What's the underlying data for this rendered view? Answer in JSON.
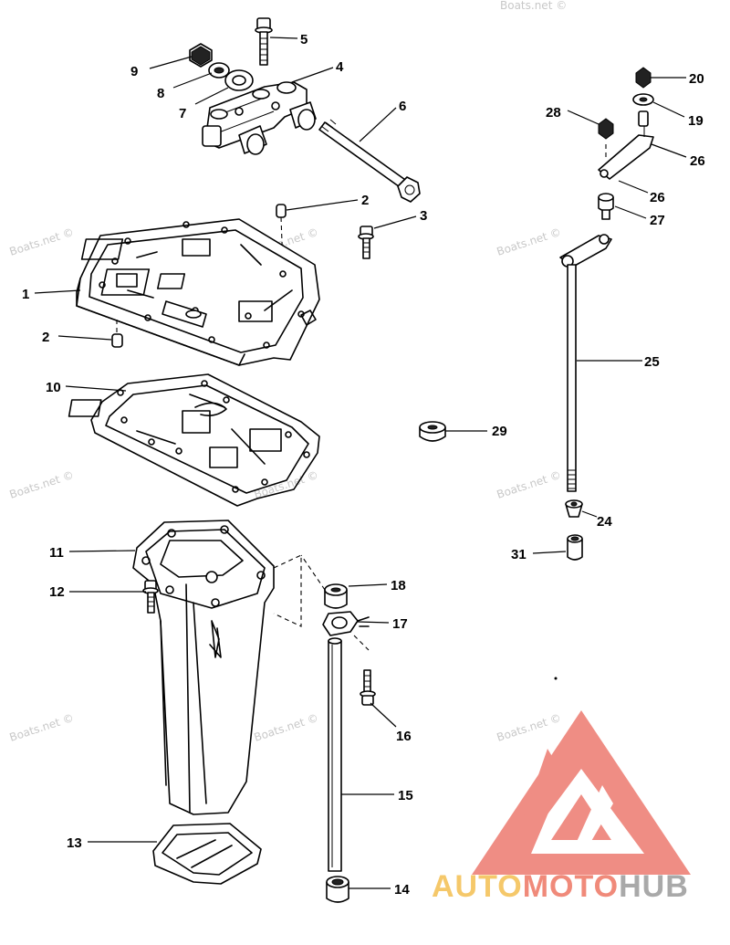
{
  "watermark": "Boats.net ©",
  "logo": {
    "part1": "AUTO",
    "part2": "MOTO",
    "part3": "HUB",
    "color_auto": "#f5c86a",
    "color_moto": "#f08a7a",
    "color_hub": "#a9a9a9",
    "triangle_color": "#ef8d84"
  },
  "callouts": [
    "1",
    "2",
    "2",
    "3",
    "4",
    "5",
    "6",
    "7",
    "8",
    "9",
    "10",
    "11",
    "12",
    "13",
    "14",
    "15",
    "16",
    "17",
    "18",
    "19",
    "20",
    "24",
    "25",
    "26",
    "26",
    "27",
    "28",
    "29",
    "31"
  ]
}
